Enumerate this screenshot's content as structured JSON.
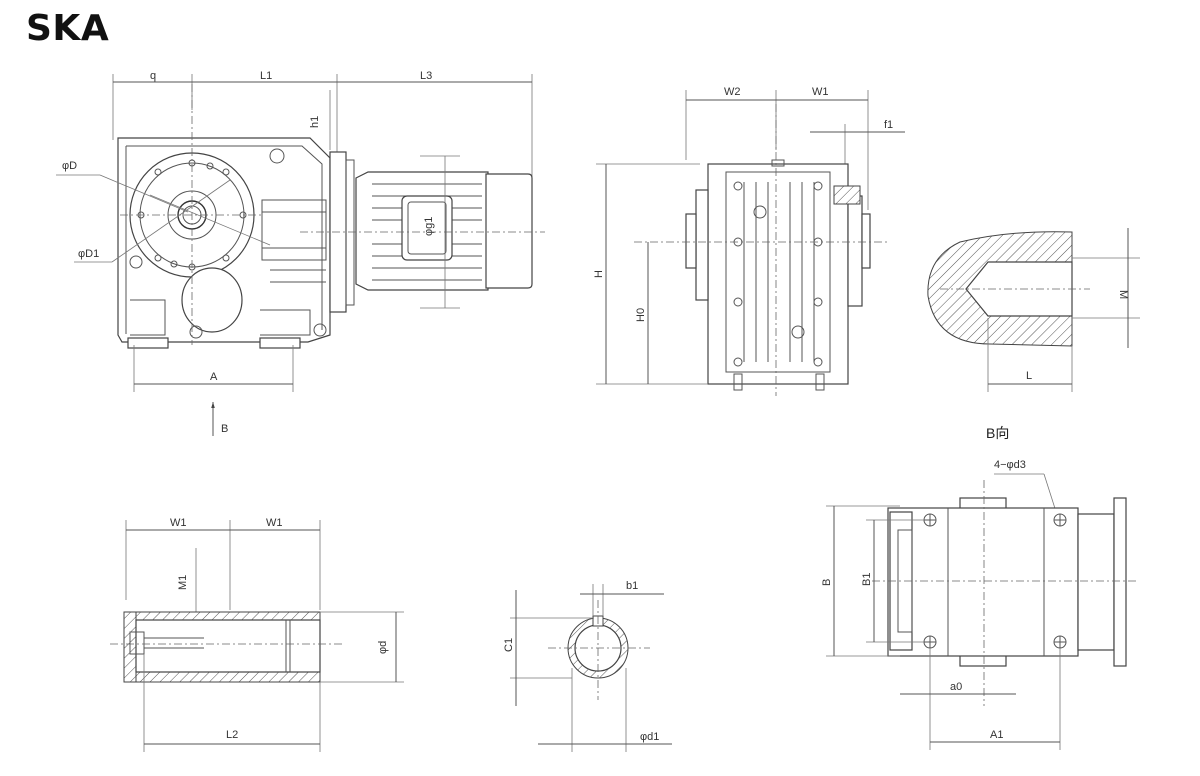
{
  "title": "SKA",
  "view_b_caption": "B向",
  "labels": {
    "q": "q",
    "L1": "L1",
    "L3": "L3",
    "h1": "h1",
    "phiD": "φD",
    "phiD1": "φD1",
    "phig1": "φg1",
    "A": "A",
    "B_arrow": "B",
    "W2": "W2",
    "W1": "W1",
    "f1": "f1",
    "H": "H",
    "H0": "H0",
    "M": "M",
    "L": "L",
    "W1_a": "W1",
    "W1_b": "W1",
    "M1": "M1",
    "phid": "φd",
    "L2": "L2",
    "b1": "b1",
    "C1": "C1",
    "phid1": "φd1",
    "holes": "4−φd3",
    "B_dim": "B",
    "B1": "B1",
    "a0": "a0",
    "A1": "A1"
  }
}
